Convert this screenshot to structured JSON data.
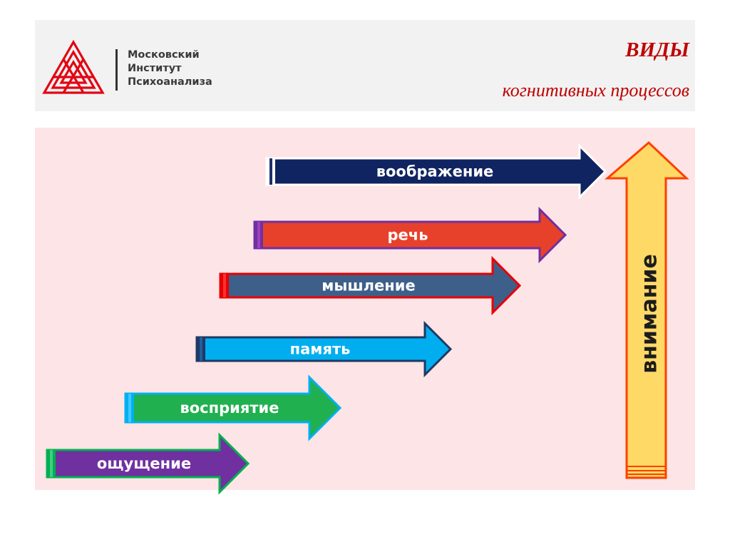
{
  "header": {
    "logo_lines": [
      "Московский",
      "Институт",
      "Психоанализа"
    ],
    "title": "ВИДЫ",
    "subtitle": "когнитивных процессов"
  },
  "diagram": {
    "process_arrows": [
      {
        "label": "воображение",
        "fill": "#0f2460",
        "border": "#ffffff",
        "tail_bands": [
          "#ffffff",
          "#1f2f6a",
          "#ffffff"
        ]
      },
      {
        "label": "речь",
        "fill": "#e8412b",
        "border": "#7030a0",
        "tail_bands": [
          "#7030a0",
          "#a040c0",
          "#7030a0"
        ]
      },
      {
        "label": "мышление",
        "fill": "#3e5f8a",
        "border": "#e60000",
        "tail_bands": [
          "#e60000",
          "#ff3030",
          "#e60000"
        ]
      },
      {
        "label": "память",
        "fill": "#00aeef",
        "border": "#1f3864",
        "tail_bands": [
          "#1f3864",
          "#1f5fa0",
          "#1f3864"
        ]
      },
      {
        "label": "восприятие",
        "fill": "#20b050",
        "border": "#00b0f0",
        "tail_bands": [
          "#00b0f0",
          "#40c8ff",
          "#00b0f0"
        ]
      },
      {
        "label": "ощущение",
        "fill": "#7030a0",
        "border": "#00b050",
        "tail_bands": [
          "#00b050",
          "#40d080",
          "#00b050"
        ]
      }
    ],
    "attention_arrow": {
      "label": "внимание",
      "fill": "#ffd966",
      "border": "#ff4000"
    }
  }
}
